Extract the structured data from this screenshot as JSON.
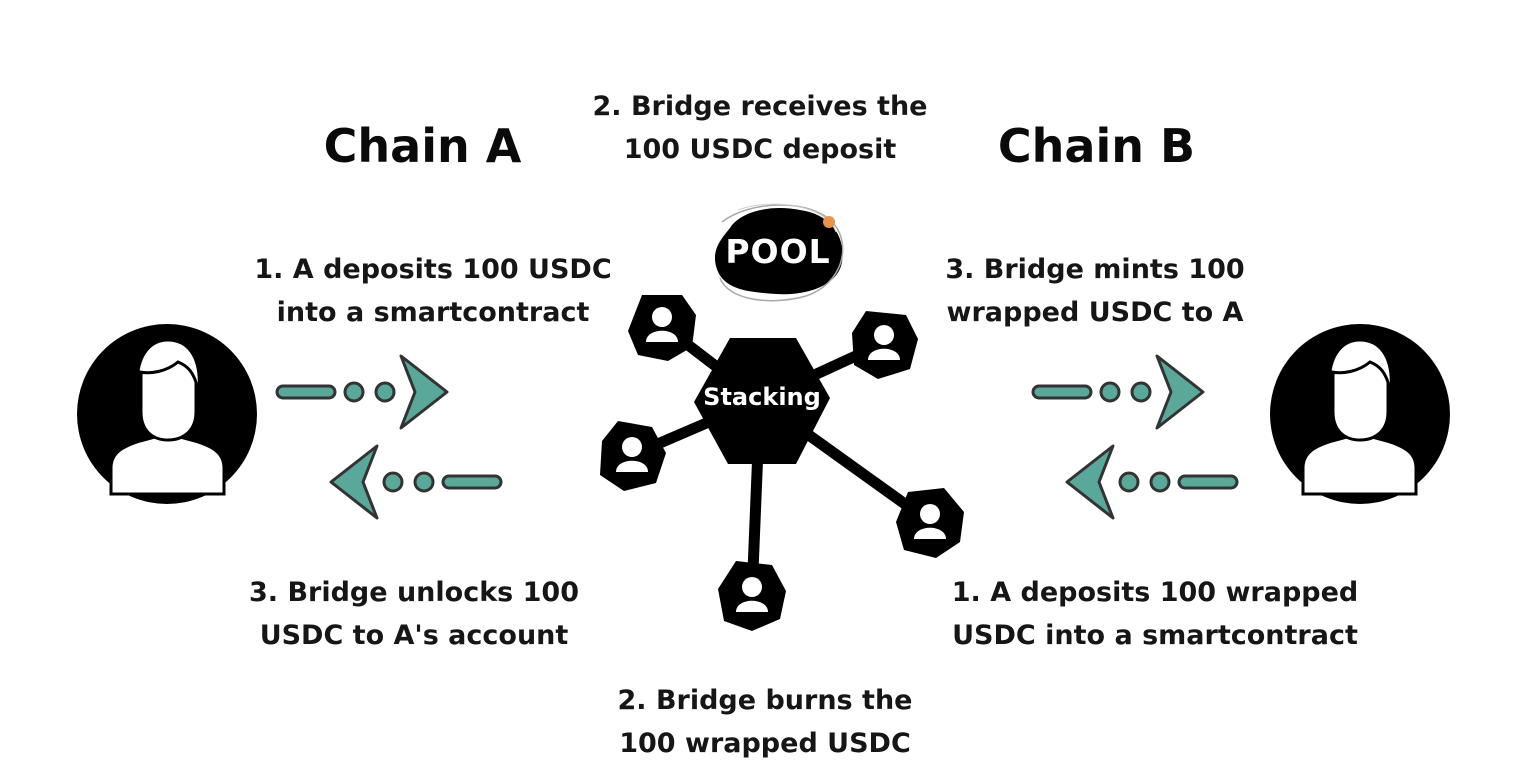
{
  "chain_a": {
    "title": "Chain A",
    "deposit": {
      "line1": "1.  A deposits 100 USDC",
      "line2": "into a smartcontract"
    },
    "unlock": {
      "line1": "3. Bridge unlocks 100",
      "line2": "USDC to A's account"
    }
  },
  "chain_b": {
    "title": "Chain B",
    "mint": {
      "line1": "3. Bridge mints 100",
      "line2": "wrapped USDC to A"
    },
    "deposit": {
      "line1": "1. A deposits 100 wrapped",
      "line2": "USDC into a smartcontract"
    }
  },
  "bridge": {
    "receive": {
      "line1": "2. Bridge receives the",
      "line2": "100 USDC deposit"
    },
    "burn": {
      "line1": "2. Bridge burns the",
      "line2": "100 wrapped USDC"
    },
    "pool_label": "POOL",
    "hub_label": "Stacking"
  },
  "colors": {
    "arrow_fill": "#5aa89a",
    "arrow_outline": "#333333",
    "node_fill": "#000000",
    "pool_accent": "#e8944a"
  }
}
